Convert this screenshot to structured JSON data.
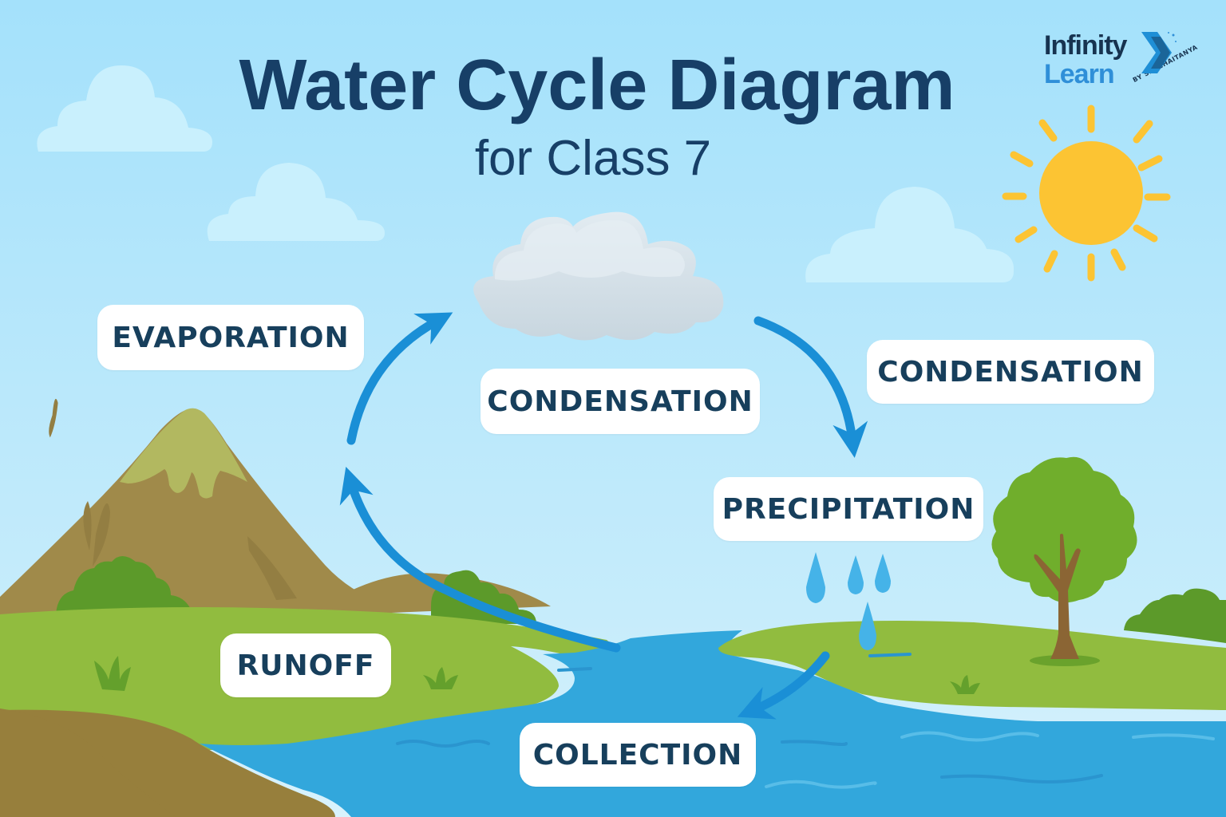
{
  "header": {
    "title": "Water Cycle Diagram",
    "subtitle": "for Class 7"
  },
  "logo": {
    "line1": "Infinity",
    "line2": "Learn",
    "tagline": "BY SRI CHAITANYA",
    "icon": "chevron-arrow-icon"
  },
  "labels": {
    "evaporation": "EVAPORATION",
    "condensation_center": "CONDENSATION",
    "condensation_right": "CONDENSATION",
    "precipitation": "PRECIPITATION",
    "runoff": "RUNOFF",
    "collection": "COLLECTION"
  },
  "colors": {
    "sky_top": "#a6e2fb",
    "sky_bottom": "#d6f1fc",
    "title": "#173f67",
    "arrow": "#1a8fd6",
    "water": "#32a7dc",
    "grass": "#8fbc3e",
    "mountain": "#a08a4a",
    "soil": "#977f3c",
    "sun": "#fcc433",
    "tree": "#70ae2c",
    "trunk": "#8b6534",
    "label_bg": "#ffffff",
    "label_text": "#173f5c"
  },
  "scene_elements": [
    "sun-icon",
    "cloud-icon",
    "mountain",
    "river",
    "tree",
    "bush",
    "raindrop-icon",
    "arrow-icon"
  ]
}
